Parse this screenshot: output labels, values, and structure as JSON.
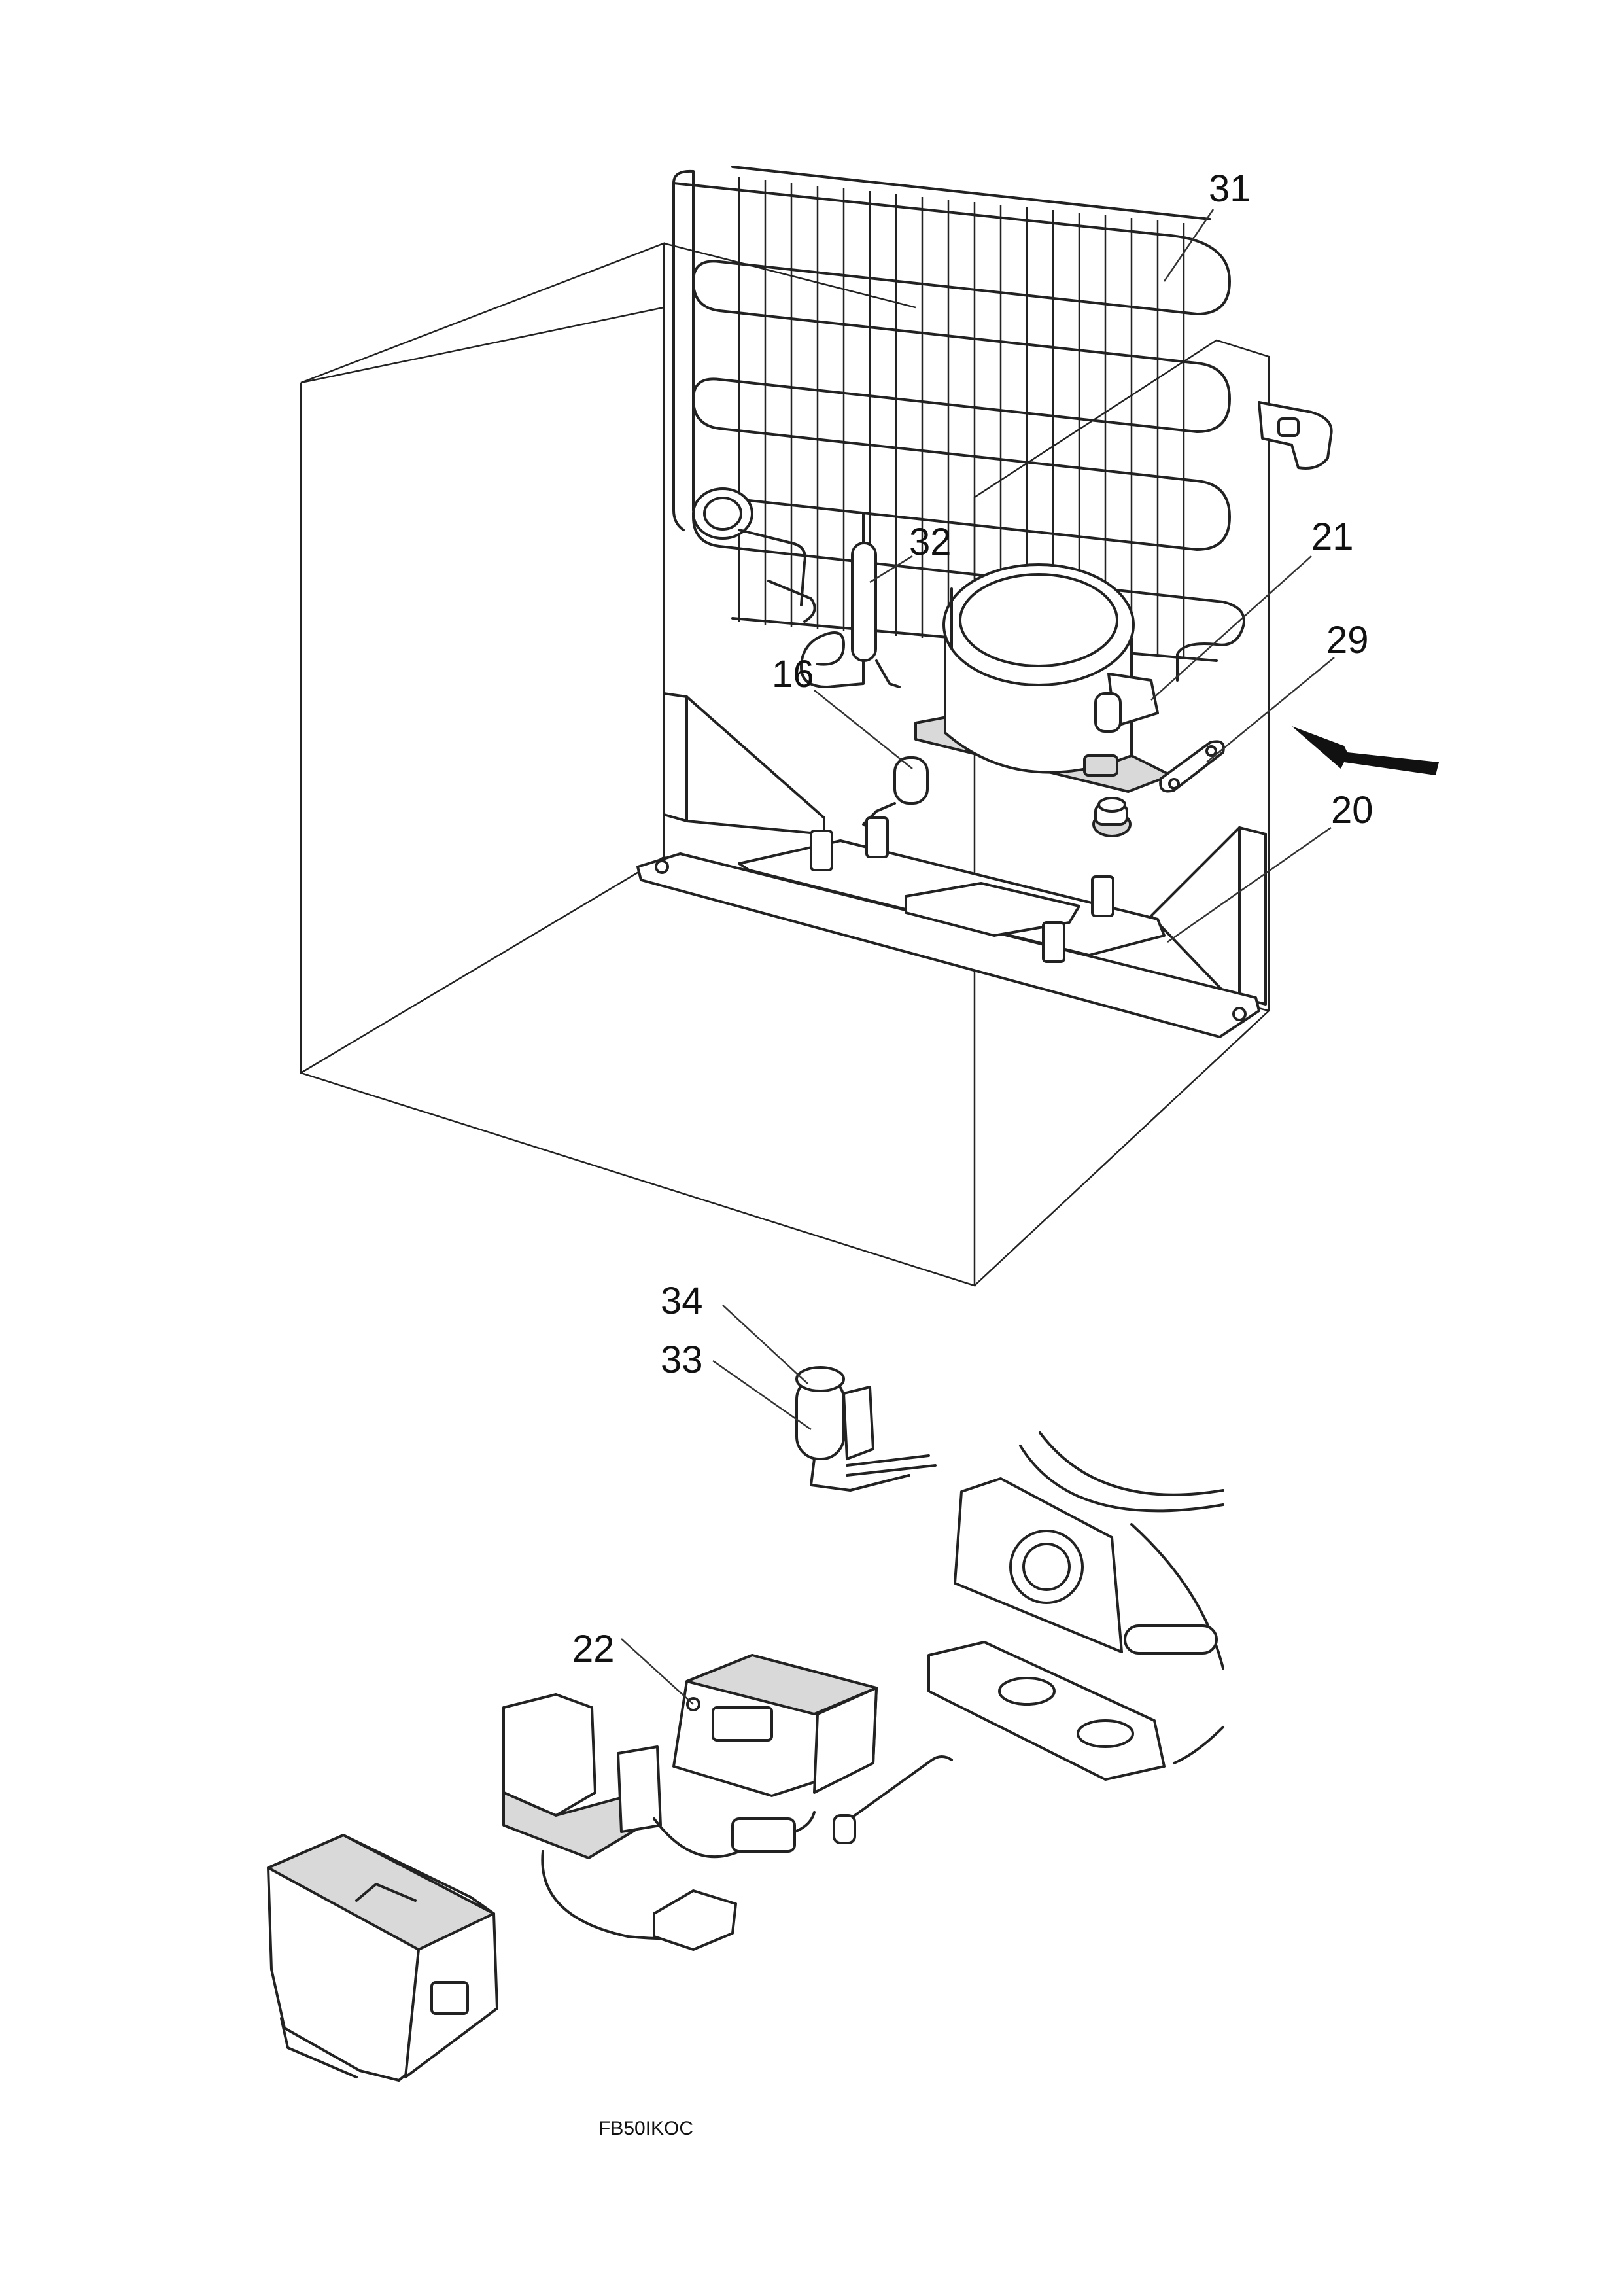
{
  "diagram": {
    "callouts": [
      {
        "id": "31",
        "label": "31"
      },
      {
        "id": "32",
        "label": "32"
      },
      {
        "id": "21",
        "label": "21"
      },
      {
        "id": "29",
        "label": "29"
      },
      {
        "id": "16",
        "label": "16"
      },
      {
        "id": "20",
        "label": "20"
      },
      {
        "id": "34",
        "label": "34"
      },
      {
        "id": "33",
        "label": "33"
      },
      {
        "id": "22",
        "label": "22"
      }
    ],
    "drawing_code": "FB50IKOC"
  },
  "colors": {
    "line": "#222222",
    "background": "#ffffff"
  }
}
